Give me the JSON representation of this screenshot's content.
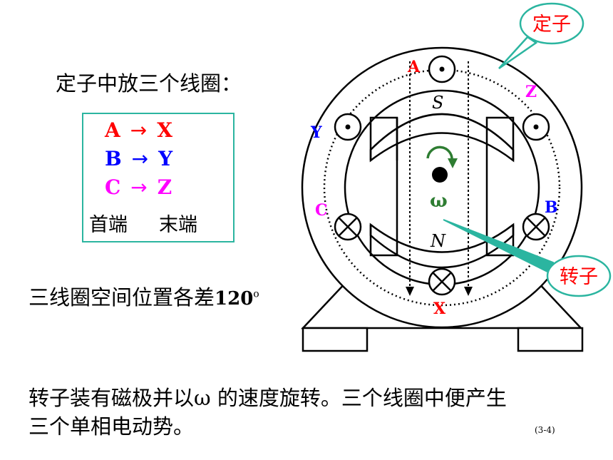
{
  "heading": "定子中放三个线圈：",
  "coil_pairs": [
    {
      "start": "A",
      "arrow": "→",
      "end": "X",
      "color": "#ff0000"
    },
    {
      "start": "B",
      "arrow": "→",
      "end": "Y",
      "color": "#0000ff"
    },
    {
      "start": "C",
      "arrow": "→",
      "end": "Z",
      "color": "#ff00ff"
    }
  ],
  "ends": {
    "head": "首端",
    "tail": "末端"
  },
  "spacing": {
    "text": "三线圈空间位置各差",
    "value": "120",
    "unit": "o"
  },
  "description": {
    "line1_a": "转子装有磁极并以",
    "omega": "ω",
    "line1_b": " 的速度旋转。三个线圈中便产生",
    "line2": "三个单相电动势。"
  },
  "page_number": "(3-4)",
  "diagram": {
    "callout_stator": "定子",
    "callout_rotor": "转子",
    "pole_s": "S",
    "pole_n": "N",
    "omega": "ω",
    "coil_labels": {
      "A": "A",
      "X": "X",
      "B": "B",
      "Y": "Y",
      "C": "C",
      "Z": "Z"
    },
    "colors": {
      "red": "#ff0000",
      "blue": "#0000ff",
      "magenta": "#ff00ff",
      "green": "#2e7d32",
      "teal": "#2bb5a0"
    }
  }
}
